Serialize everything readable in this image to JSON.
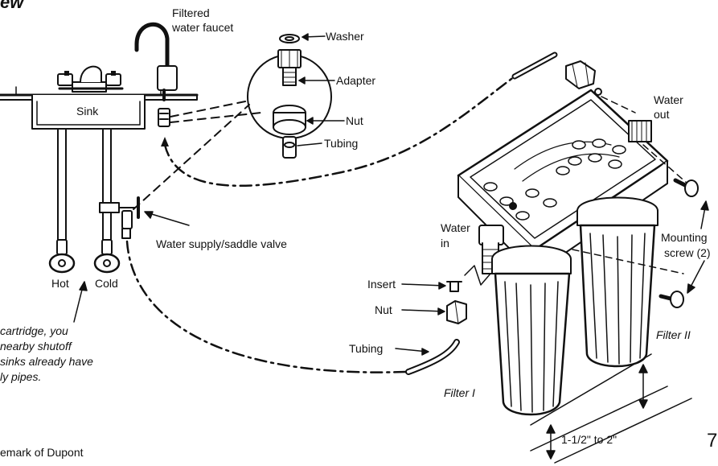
{
  "header_fragment": "ew",
  "labels": {
    "filtered_faucet_line1": "Filtered",
    "filtered_faucet_line2": "water faucet",
    "washer": "Washer",
    "adapter": "Adapter",
    "nut_top": "Nut",
    "tubing_top": "Tubing",
    "sink": "Sink",
    "hot": "Hot",
    "cold": "Cold",
    "supply_valve": "Water supply/saddle valve",
    "water_out_line1": "Water",
    "water_out_line2": "out",
    "water_in_line1": "Water",
    "water_in_line2": "in",
    "insert": "Insert",
    "nut_bottom": "Nut",
    "tubing_bottom": "Tubing",
    "mounting_line1": "Mounting",
    "mounting_line2": "screw (2)",
    "filter_1": "Filter I",
    "filter_2": "Filter II",
    "dimension": "1-1/2\" to 2\""
  },
  "note_lines": [
    "cartridge, you",
    "nearby shutoff",
    "sinks already have",
    "ly pipes."
  ],
  "footer_fragment": "emark of Dupont",
  "page_number": "7"
}
